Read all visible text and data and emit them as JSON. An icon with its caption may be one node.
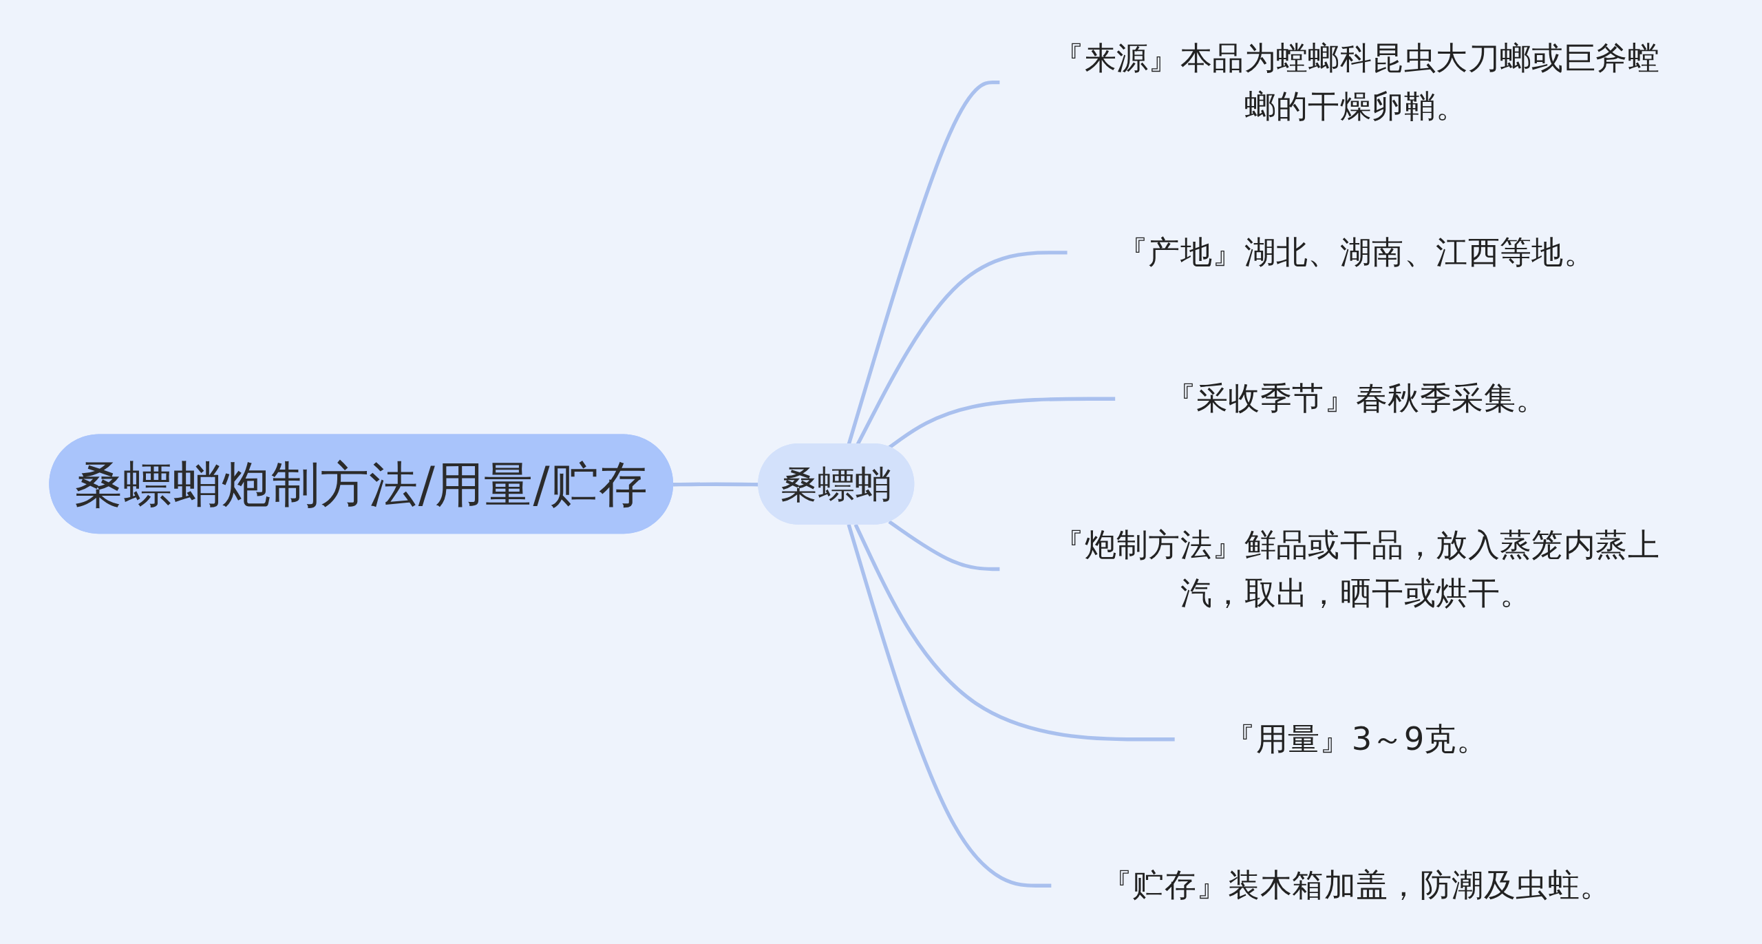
{
  "diagram": {
    "nodes": [
      {
        "text": [
          "桑螵蛸炮制方法/用量/贮存"
        ]
      },
      {
        "text": [
          "桑螵蛸"
        ]
      },
      {
        "text": [
          "『来源』本品为螳螂科昆虫大刀螂或巨斧螳螂的干燥卵鞘。"
        ]
      },
      {
        "text": [
          "『产地』湖北、湖南、江西等地。"
        ]
      },
      {
        "text": [
          "『采收季节』春秋季采集。"
        ]
      },
      {
        "text": [
          "『炮制方法』鲜品或干品，放入蒸笼内蒸上汽，取出，晒干或烘干。"
        ]
      },
      {
        "text": [
          "『用量』3～9克。"
        ]
      },
      {
        "text": [
          "『贮存』装木箱加盖，防潮及虫蛀。"
        ]
      }
    ],
    "edges": [
      {
        "from": 0,
        "to": 1,
        "arrow": "none"
      },
      {
        "from": 1,
        "to": 2,
        "arrow": "none"
      },
      {
        "from": 1,
        "to": 3,
        "arrow": "none"
      },
      {
        "from": 1,
        "to": 4,
        "arrow": "none"
      },
      {
        "from": 1,
        "to": 5,
        "arrow": "none"
      },
      {
        "from": 1,
        "to": 6,
        "arrow": "none"
      },
      {
        "from": 1,
        "to": 7,
        "arrow": "none"
      }
    ]
  }
}
